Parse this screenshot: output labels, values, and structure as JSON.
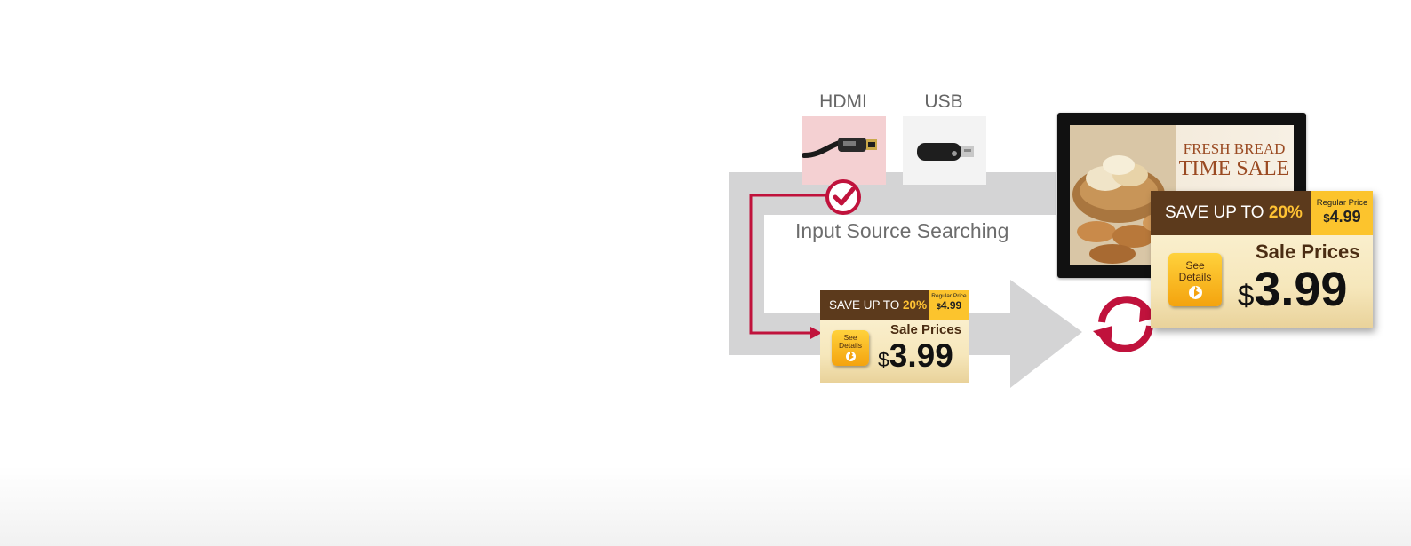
{
  "sources": {
    "hdmi_label": "HDMI",
    "usb_label": "USB",
    "hdmi_highlight": "#f4d0d2",
    "usb_bg": "#f3f3f3"
  },
  "flow": {
    "caption": "Input Source Searching",
    "arrow_color": "#d4d4d5",
    "accent": "#c0123c"
  },
  "small_card": {
    "save_prefix": "SAVE UP TO ",
    "save_pct": "20%",
    "regular_title": "Regular Price",
    "regular_currency": "$",
    "regular_value": "4.99",
    "see": "See",
    "details": "Details",
    "sale_title": "Sale Prices",
    "currency": "$",
    "price": "3.99"
  },
  "display": {
    "headline_1": "FRESH BREAD",
    "headline_2": "TIME SALE",
    "headline_color": "#9a4a22"
  },
  "big_card": {
    "save_prefix": "SAVE UP TO ",
    "save_pct": "20%",
    "regular_title": "Regular Price",
    "regular_currency": "$",
    "regular_value": "4.99",
    "see": "See",
    "details": "Details",
    "sale_title": "Sale Prices",
    "currency": "$",
    "price": "3.99"
  }
}
